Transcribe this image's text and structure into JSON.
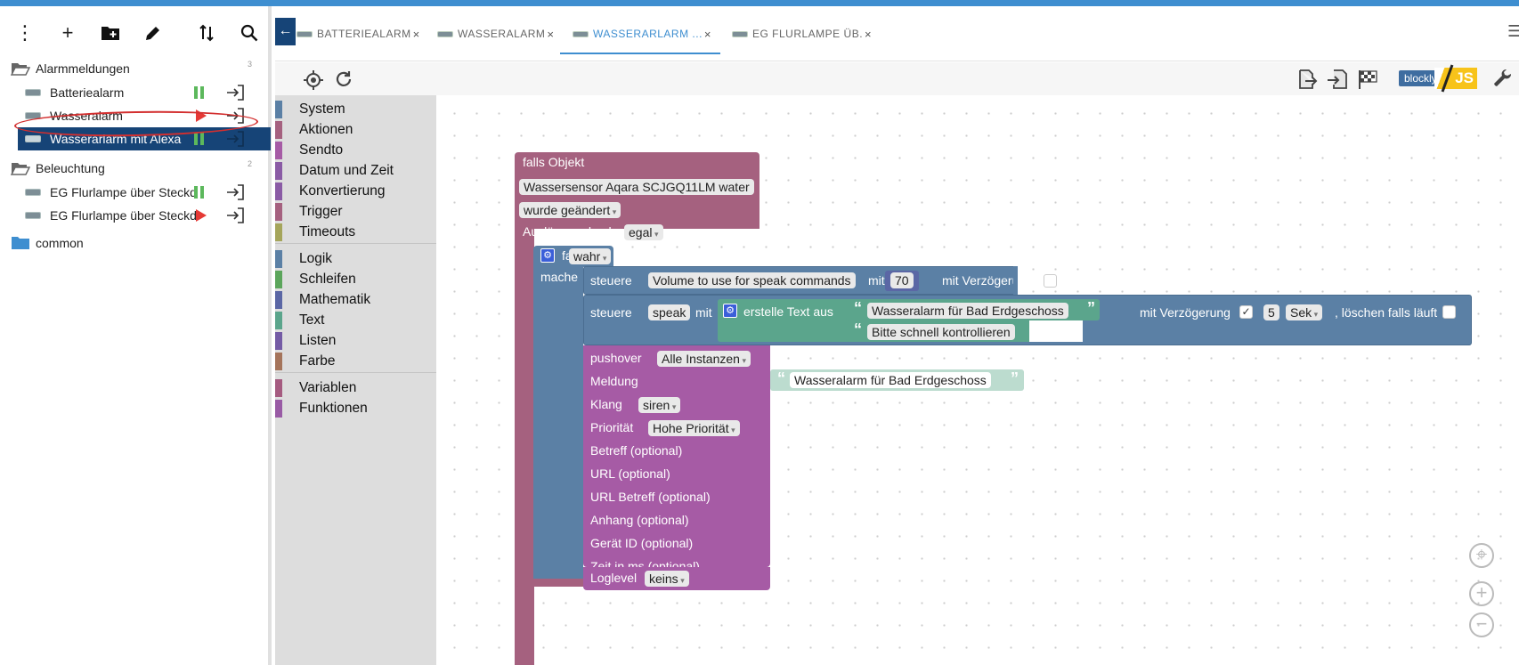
{
  "toolbar_left": {
    "menu_icon": "vertical-dots-icon",
    "add_icon": "plus-icon",
    "add_folder_icon": "folder-plus-icon",
    "rename_icon": "pencil-icon",
    "sort_icon": "sort-icon",
    "search_icon": "search-icon"
  },
  "tree": {
    "folder1": {
      "label": "Alarmmeldungen",
      "count": "3"
    },
    "folder2": {
      "label": "Beleuchtung",
      "count": "2"
    },
    "folder3": {
      "label": "common"
    },
    "items": [
      {
        "label": "Batteriealarm",
        "status": "paused"
      },
      {
        "label": "Wasseralarm",
        "status": "stopped"
      },
      {
        "label": "Wasserarlarm mit Alexa",
        "status": "paused"
      },
      {
        "label": "EG Flurlampe über Steckdose",
        "status": "paused"
      },
      {
        "label": "EG Flurlampe über Steckdose",
        "status": "stopped"
      }
    ]
  },
  "tabs": [
    {
      "label": "BATTERIEALARM"
    },
    {
      "label": "WASSERALARM"
    },
    {
      "label": "WASSERARLARM ..."
    },
    {
      "label": "EG FLURLAMPE ÜB."
    }
  ],
  "tab_close": "×",
  "back_arrow": "←",
  "toolbar": {
    "blockly": "blockly",
    "js": "JS"
  },
  "categories": {
    "system": "System",
    "aktionen": "Aktionen",
    "sendto": "Sendto",
    "datum": "Datum und Zeit",
    "konvertierung": "Konvertierung",
    "trigger": "Trigger",
    "timeouts": "Timeouts",
    "logik": "Logik",
    "schleifen": "Schleifen",
    "mathematik": "Mathematik",
    "text": "Text",
    "listen": "Listen",
    "farbe": "Farbe",
    "variablen": "Variablen",
    "funktionen": "Funktionen"
  },
  "colors": {
    "accent": "#3e8ed0",
    "selected": "#164477",
    "trigger_block": "#a5617f",
    "logic_block": "#5b80a5",
    "text_block": "#5ba58c",
    "pushover_block": "#a65ba5"
  },
  "blocks": {
    "trigger": {
      "header": "falls Objekt",
      "object": "Wassersensor Aqara SCJGQ11LM water",
      "condition": "wurde geändert",
      "trigger_by_label": "Auslösung durch",
      "trigger_by": "egal"
    },
    "if": {
      "label": "falls",
      "value": "wahr",
      "do": "mache"
    },
    "control1": {
      "label": "steuere",
      "target": "Volume to use for speak commands",
      "with": "mit",
      "value": "70",
      "delay": "mit Verzögerung"
    },
    "control2": {
      "label": "steuere",
      "target": "speak",
      "with": "mit",
      "delay": "mit Verzögerung",
      "check": "✓",
      "delay_value": "5",
      "unit": "Sek",
      "clear": ", löschen falls läuft"
    },
    "create_text": {
      "label": "erstelle Text aus",
      "text1": "Wasseralarm für Bad Erdgeschoss",
      "text2": "Bitte schnell kontrollieren"
    },
    "pushover": {
      "label": "pushover",
      "instance": "Alle Instanzen",
      "message_label": "Meldung",
      "message": "Wasseralarm für Bad Erdgeschoss",
      "sound_label": "Klang",
      "sound": "siren",
      "priority_label": "Priorität",
      "priority": "Hohe Priorität",
      "subject": "Betreff (optional)",
      "url": "URL (optional)",
      "url_title": "URL Betreff (optional)",
      "attachment": "Anhang (optional)",
      "device": "Gerät ID (optional)",
      "time": "Zeit in ms (optional)",
      "loglevel_label": "Loglevel",
      "loglevel": "keins"
    },
    "quote_open": "“",
    "quote_close": "”"
  }
}
